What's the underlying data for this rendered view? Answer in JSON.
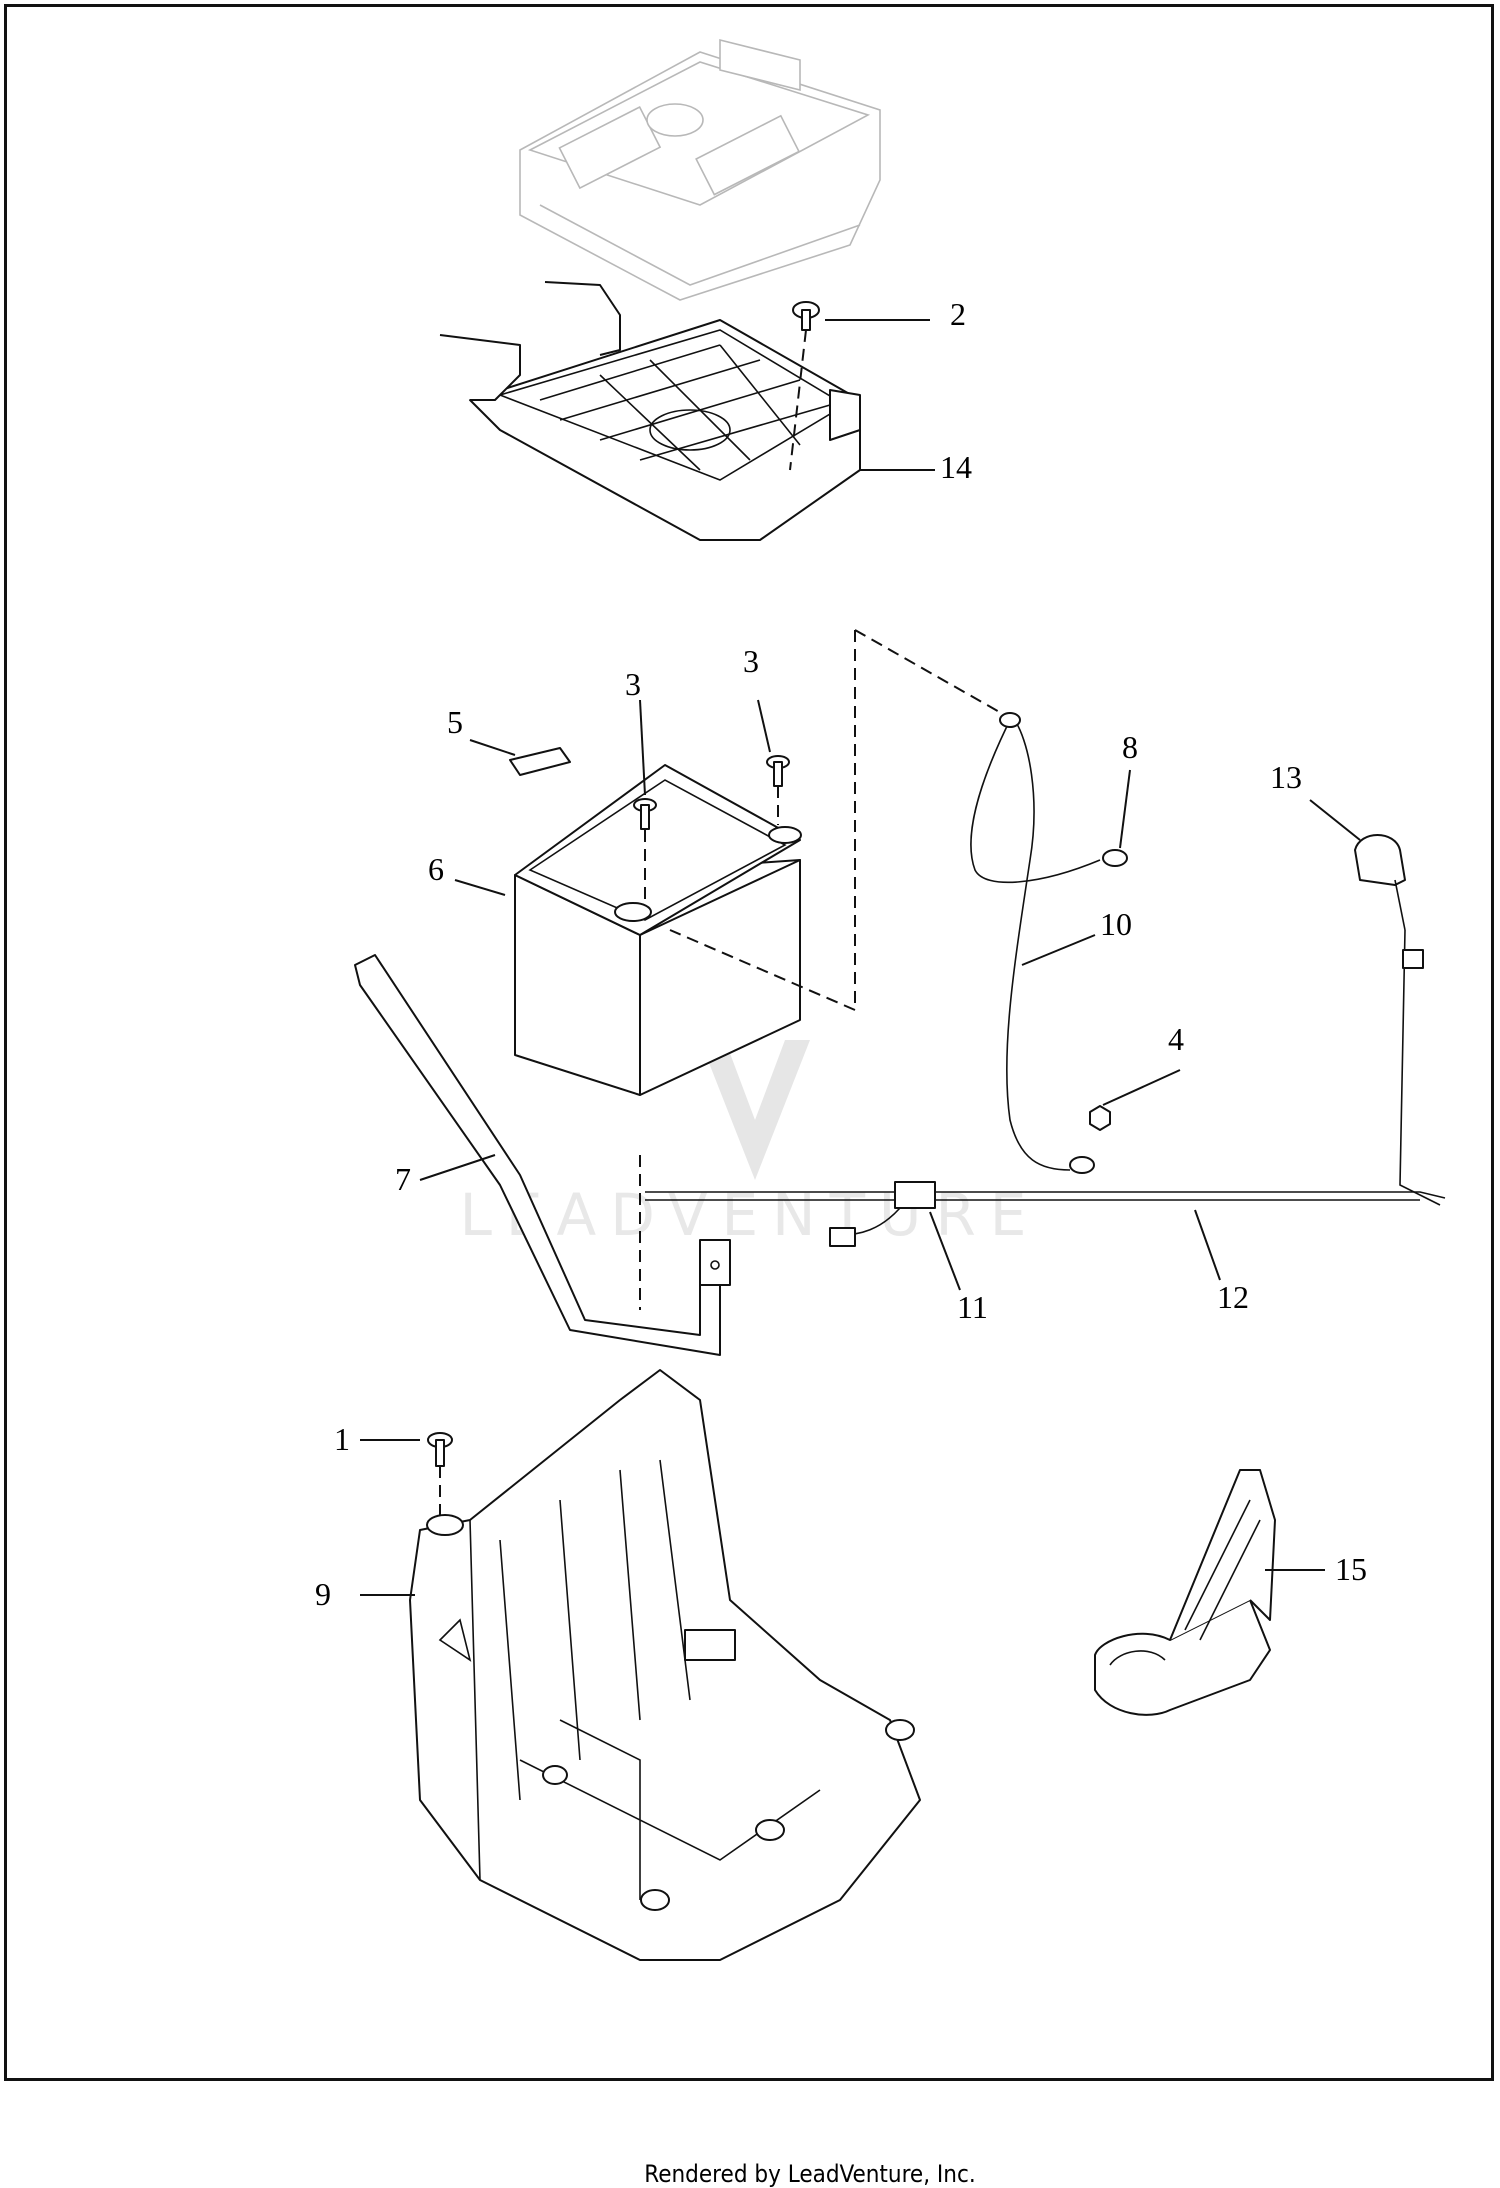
{
  "callouts": {
    "c1": "1",
    "c2": "2",
    "c3a": "3",
    "c3b": "3",
    "c4": "4",
    "c5": "5",
    "c6": "6",
    "c7": "7",
    "c8": "8",
    "c9": "9",
    "c10": "10",
    "c11": "11",
    "c12": "12",
    "c13": "13",
    "c14": "14",
    "c15": "15"
  },
  "watermark": {
    "text": "LEADVENTURE"
  },
  "footer": {
    "text": "Rendered by LeadVenture, Inc."
  }
}
